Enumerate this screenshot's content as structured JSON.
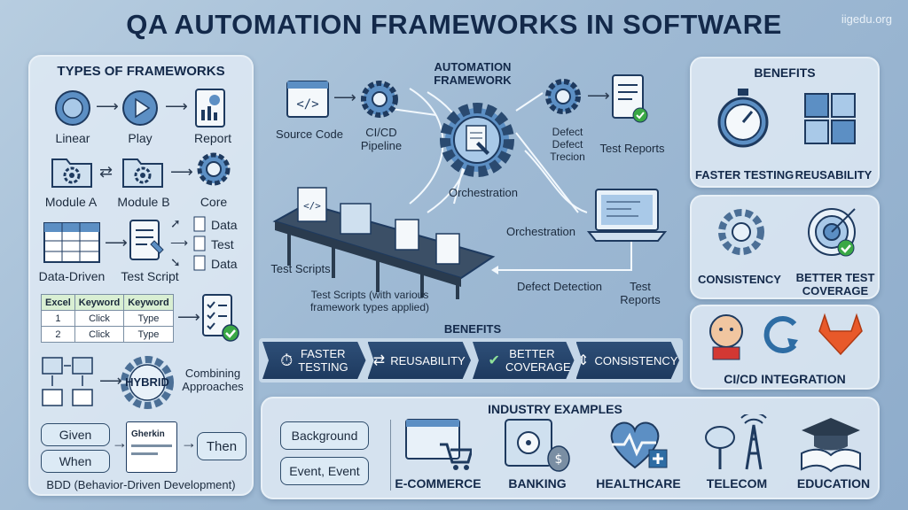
{
  "title": "QA AUTOMATION FRAMEWORKS IN SOFTWARE",
  "brand": "iigedu.org",
  "types": {
    "title": "TYPES OF FRAMEWORKS",
    "linear": "Linear",
    "play": "Play",
    "report": "Report",
    "module_a": "Module A",
    "module_b": "Module B",
    "core": "Core",
    "data_driven": "Data-Driven",
    "test_script": "Test Script",
    "data1": "Data",
    "test": "Test",
    "data2": "Data",
    "kw_header": [
      "Excel",
      "Keyword",
      "Keyword"
    ],
    "kw_rows": [
      [
        "1",
        "Click",
        "Type"
      ],
      [
        "2",
        "Click",
        "Type"
      ]
    ],
    "hybrid": "HYBRID",
    "combining": "Combining Approaches",
    "given": "Given",
    "when": "When",
    "gherkin": "Gherkin",
    "then": "Then",
    "bdd": "BDD (Behavior-Driven Development)"
  },
  "center": {
    "framework": "AUTOMATION FRAMEWORK",
    "source_code": "Source Code",
    "cicd": "CI/CD Pipeline",
    "defect_tag": "Defect Defect Trecion",
    "test_reports_top": "Test Reports",
    "orchestration1": "Orchestration",
    "orchestration2": "Orchestration",
    "test_scripts": "Test Scripts",
    "test_scripts_various": "Test Scripts (with various framework types applied)",
    "defect_detection": "Defect Detection",
    "test_reports_bottom": "Test Reports",
    "benefits_title": "BENEFITS",
    "pills": [
      "FASTER TESTING",
      "REUSABILITY",
      "BETTER COVERAGE",
      "CONSISTENCY"
    ]
  },
  "benefits": {
    "title": "BENEFITS",
    "faster": "FASTER TESTING",
    "reusability": "REUSABILITY",
    "consistency": "CONSISTENCY",
    "coverage": "BETTER TEST COVERAGE",
    "cicd": "CI/CD INTEGRATION"
  },
  "industry": {
    "title": "INDUSTRY EXAMPLES",
    "background": "Background",
    "event": "Event, Event",
    "items": [
      "E-COMMERCE",
      "BANKING",
      "HEALTHCARE",
      "TELECOM",
      "EDUCATION"
    ]
  },
  "colors": {
    "navy": "#13294a",
    "accent": "#2e6da4",
    "green": "#3aa845",
    "orange": "#e8592a"
  }
}
